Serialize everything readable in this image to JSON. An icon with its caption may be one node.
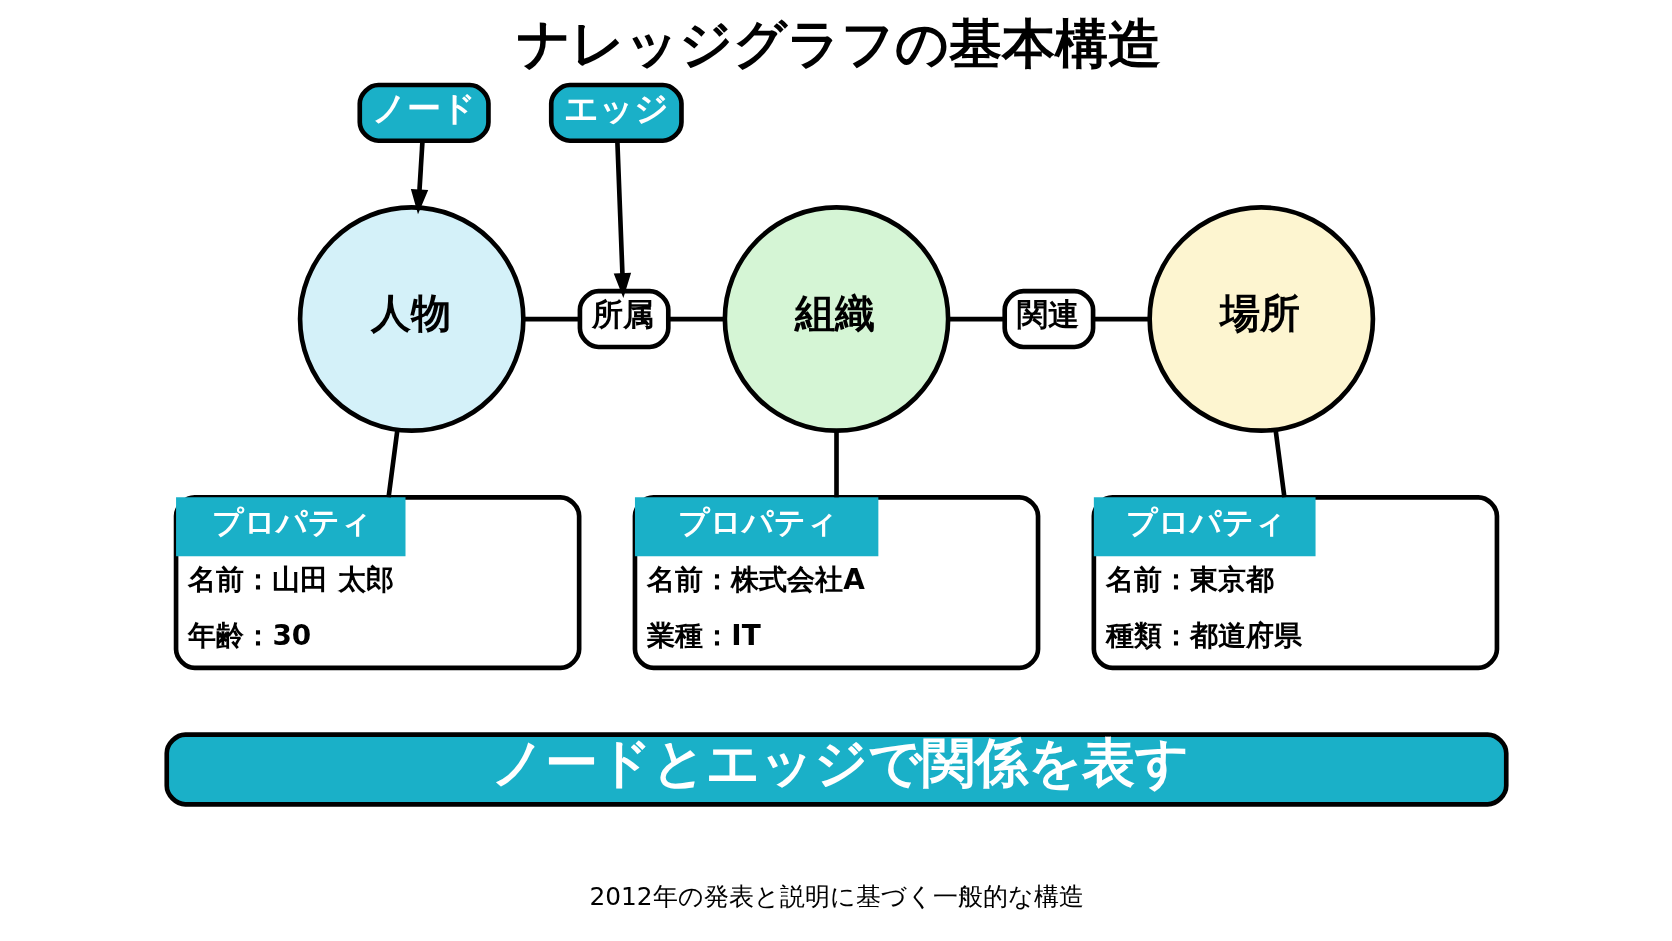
{
  "diagram": {
    "title": "ナレッジグラフの基本構造",
    "caption": "2012年の発表と説明に基づく一般的な構造",
    "nodes": [
      {
        "text": [
          "ノード"
        ]
      },
      {
        "text": [
          "エッジ"
        ]
      },
      {
        "text": [
          "人物"
        ]
      },
      {
        "text": [
          "所属"
        ]
      },
      {
        "text": [
          "組織"
        ]
      },
      {
        "text": [
          "関連"
        ]
      },
      {
        "text": [
          "場所"
        ]
      },
      {
        "text": [
          "プロパティ",
          "名前：山田 太郎",
          "年齢：30"
        ]
      },
      {
        "text": [
          "プロパティ",
          "名前：株式会社A",
          "業種：IT"
        ]
      },
      {
        "text": [
          "プロパティ",
          "名前：東京都",
          "種類：都道府県"
        ]
      },
      {
        "text": [
          "ノードとエッジで関係を表す"
        ]
      }
    ],
    "edges": [
      {
        "from": 0,
        "to": 2,
        "arrow": "to"
      },
      {
        "from": 1,
        "to": 3,
        "arrow": "to"
      },
      {
        "from": 2,
        "to": 3,
        "arrow": "none"
      },
      {
        "from": 3,
        "to": 4,
        "arrow": "none"
      },
      {
        "from": 4,
        "to": 5,
        "arrow": "none"
      },
      {
        "from": 5,
        "to": 6,
        "arrow": "none"
      },
      {
        "from": 2,
        "to": 7,
        "arrow": "none"
      },
      {
        "from": 4,
        "to": 8,
        "arrow": "none"
      },
      {
        "from": 6,
        "to": 9,
        "arrow": "none"
      }
    ]
  }
}
